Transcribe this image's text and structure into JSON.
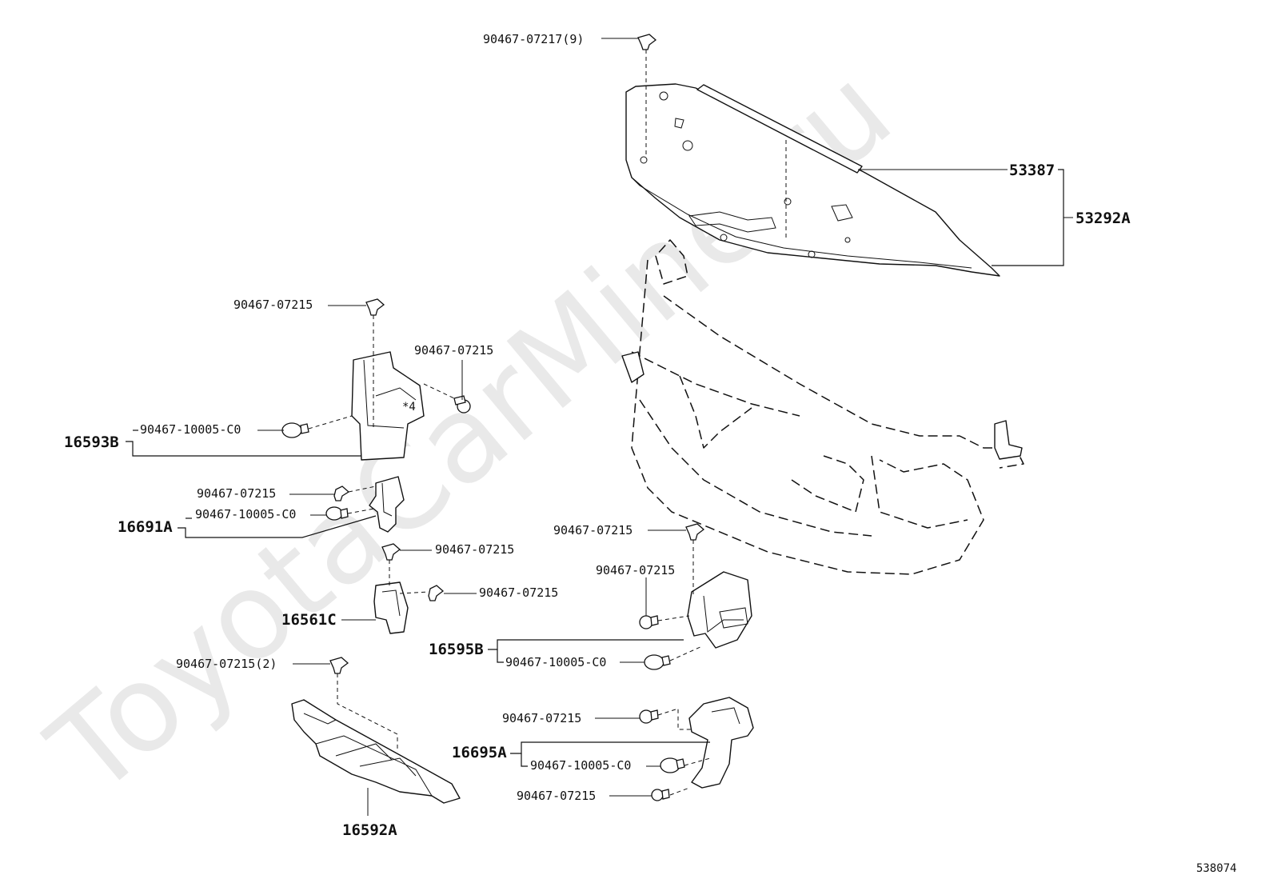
{
  "watermark": "ToyotaCarMine.ru",
  "reference_number": "538074",
  "callouts": {
    "c1": "90467-07217(9)",
    "c2": "90467-07215",
    "c3": "90467-07215",
    "c4": "90467-10005-C0",
    "c5": "90467-07215",
    "c6": "90467-10005-C0",
    "c7": "90467-07215",
    "c8": "90467-07215",
    "c9": "90467-07215",
    "c10": "90467-07215",
    "c11": "90467-10005-C0",
    "c12": "90467-07215(2)",
    "c13": "90467-07215",
    "c14": "90467-10005-C0",
    "c15": "90467-07215"
  },
  "groups": {
    "g53387": "53387",
    "g53292A": "53292A",
    "g16593B": "16593B",
    "g16691A": "16691A",
    "g16561C": "16561C",
    "g16595B": "16595B",
    "g16592A": "16592A",
    "g16695A": "16695A"
  }
}
